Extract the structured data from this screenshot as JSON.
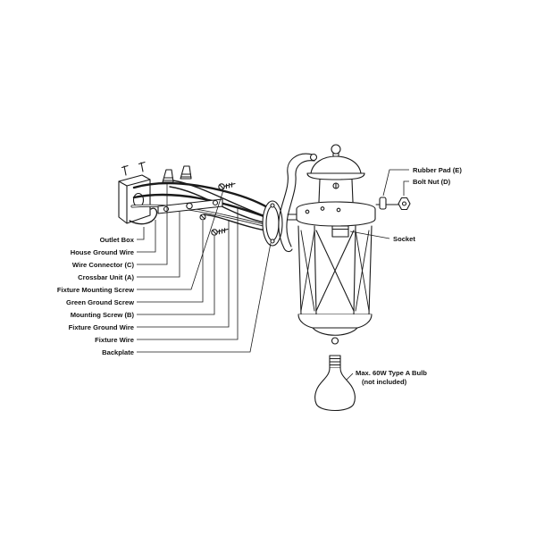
{
  "diagram": {
    "background_color": "#ffffff",
    "line_color": "#1a1a1a",
    "left_labels": [
      "Outlet Box",
      "House Ground Wire",
      "Wire Connector (C)",
      "Crossbar Unit (A)",
      "Fixture Mounting Screw",
      "Green Ground Screw",
      "Mounting Screw (B)",
      "Fixture Ground Wire",
      "Fixture Wire",
      "Backplate"
    ],
    "right_labels": [
      "Rubber Pad (E)",
      "Bolt Nut (D)",
      "Socket"
    ],
    "bulb_note_line1": "Max. 60W Type A Bulb",
    "bulb_note_line2": "(not included)"
  }
}
